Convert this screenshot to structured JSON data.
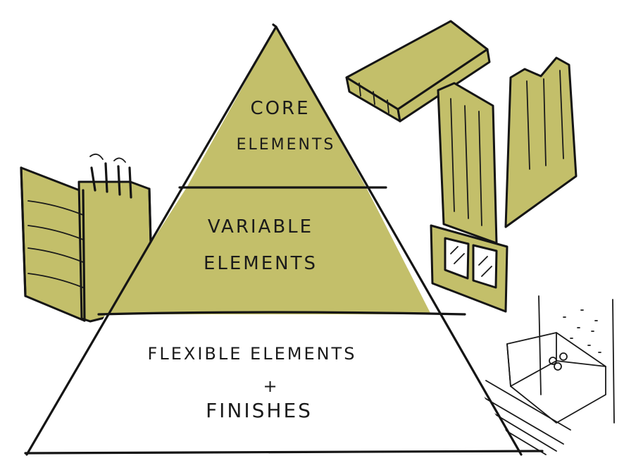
{
  "colors": {
    "fill": "#c3bf6a",
    "ink": "#151515",
    "background": "#ffffff"
  },
  "pyramid": {
    "tiers": [
      {
        "lines": [
          "CORE",
          "ELEMENTS"
        ],
        "shaded": true
      },
      {
        "lines": [
          "VARIABLE",
          "ELEMENTS"
        ],
        "shaded": true
      },
      {
        "lines": [
          "FLEXIBLE ELEMENTS",
          "+",
          "FINISHES"
        ],
        "shaded": false
      }
    ]
  },
  "sketches": [
    {
      "name": "building-facade-sketch",
      "shaded": true
    },
    {
      "name": "roof-slab-sketch",
      "shaded": true
    },
    {
      "name": "wall-panel-sketch",
      "shaded": true
    },
    {
      "name": "window-module-sketch",
      "shaded": true
    },
    {
      "name": "tall-wall-panel-sketch",
      "shaded": true
    },
    {
      "name": "kitchen-furniture-sketch",
      "shaded": false
    }
  ]
}
